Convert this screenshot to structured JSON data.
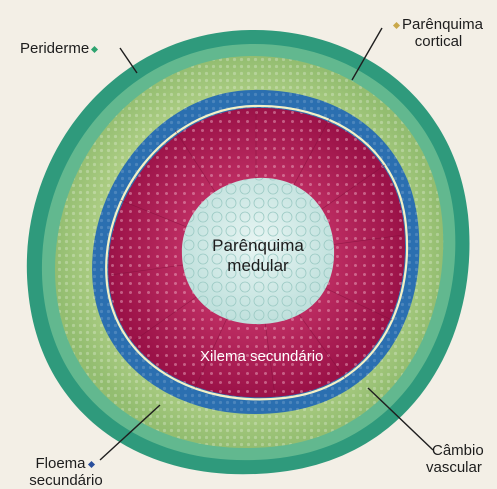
{
  "image": {
    "labels": {
      "periderme": "Periderme",
      "parenquima_cortical_line1": "Parênquima",
      "parenquima_cortical_line2": "cortical",
      "parenquima_medular_line1": "Parênquima",
      "parenquima_medular_line2": "medular",
      "xilema_secundario": "Xilema secundário",
      "floema_secundario_line1": "Floema",
      "floema_secundario_line2": "secundário",
      "cambio_vascular_line1": "Câmbio",
      "cambio_vascular_line2": "vascular"
    },
    "colors": {
      "background": "#f3efe6",
      "periderme": "#2e9a7b",
      "cortex_outer": "#9cc377",
      "cortex_inner": "#b7d48c",
      "floema": "#2a6fb0",
      "cambio_line": "#f2f0c8",
      "xilema": "#a8164e",
      "xilema_light": "#c52a62",
      "medula": "#d6ece8",
      "marker_periderme": "#2ea36f",
      "marker_cortical": "#c9a84a",
      "marker_floema": "#2a4f9c"
    }
  }
}
